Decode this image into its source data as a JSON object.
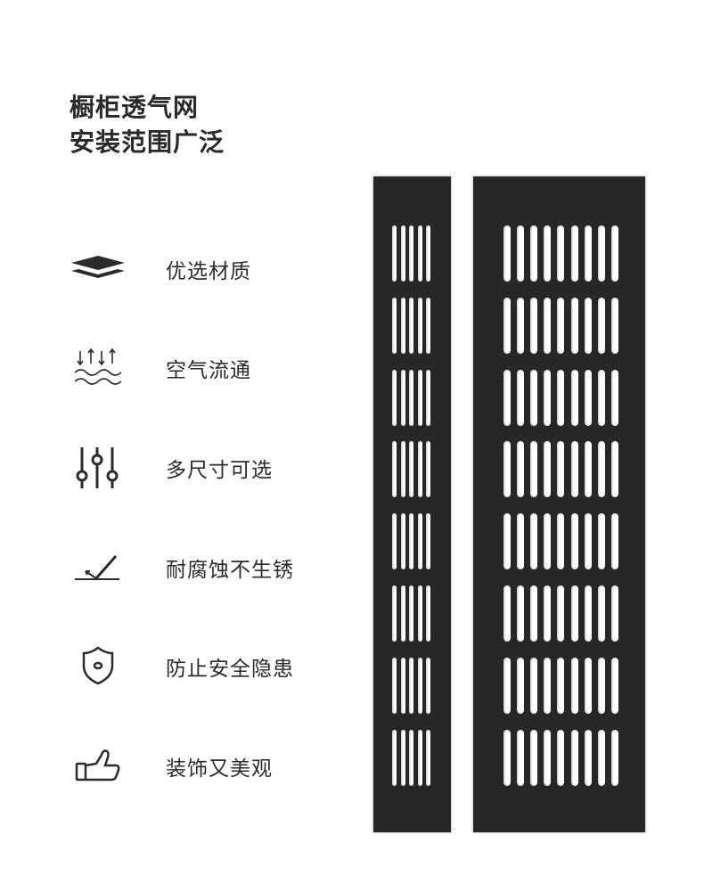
{
  "heading": {
    "line1": "橱柜透气网",
    "line2": "安装范围广泛"
  },
  "features": [
    {
      "icon": "layers-icon",
      "label": "优选材质"
    },
    {
      "icon": "airflow-icon",
      "label": "空气流通"
    },
    {
      "icon": "sliders-icon",
      "label": "多尺寸可选"
    },
    {
      "icon": "corrosion-icon",
      "label": "耐腐蚀不生锈"
    },
    {
      "icon": "shield-icon",
      "label": "防止安全隐患"
    },
    {
      "icon": "thumbs-up-icon",
      "label": "装饰又美观"
    }
  ],
  "product": {
    "slot_groups": 8,
    "narrow_slots_per_group": 5,
    "wide_slots_per_group": 9,
    "panel_color": "#262728"
  }
}
